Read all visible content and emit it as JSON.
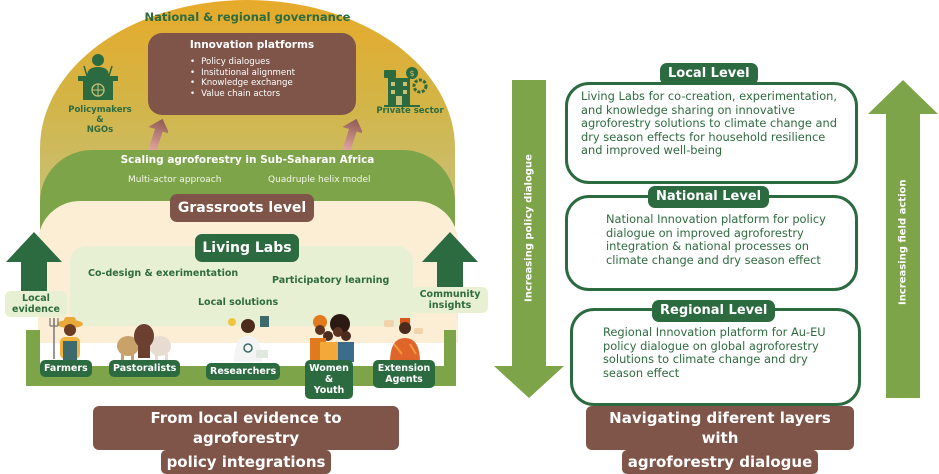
{
  "left_panel": {
    "governance_title": "National & regional governance",
    "innovation_platforms": {
      "title": "Innovation platforms",
      "items": [
        "Policy dialogues",
        "Insitutional alignment",
        "Knowledge exchange",
        "Value chain actors"
      ]
    },
    "actors_top": [
      {
        "label_lines": [
          "Policymakers",
          "&",
          "NGOs"
        ],
        "icon": "podium-speaker-icon"
      },
      {
        "label": "Private sector",
        "icon": "office-building-money-icon"
      }
    ],
    "scaling": {
      "title": "Scaling agroforestry in Sub-Saharan Africa",
      "approaches": [
        "Multi-actor approach",
        "Quadruple helix model"
      ]
    },
    "grassroots_title": "Grassroots level",
    "living_labs": {
      "title": "Living Labs",
      "items": [
        "Co-design & exerimentation",
        "Participatory learning",
        "Local solutions"
      ]
    },
    "side_arrows": {
      "left_lines": [
        "Local",
        "evidence"
      ],
      "right_lines": [
        "Community",
        "insights"
      ]
    },
    "stakeholders": [
      {
        "label_lines": [
          "Farmers"
        ],
        "icon": "farmer-icon"
      },
      {
        "label_lines": [
          "Pastoralists"
        ],
        "icon": "livestock-icon"
      },
      {
        "label_lines": [
          "Researchers"
        ],
        "icon": "researcher-icon"
      },
      {
        "label_lines": [
          "Women",
          "&",
          "Youth"
        ],
        "icon": "women-youth-icon"
      },
      {
        "label_lines": [
          "Extension",
          "Agents"
        ],
        "icon": "extension-agent-icon"
      }
    ],
    "caption_lines": [
      "From local evidence to agroforestry",
      "policy integrations"
    ]
  },
  "right_panel": {
    "down_arrow_label": "Increasing policy dialogue",
    "up_arrow_label": "Increasing field action",
    "levels": [
      {
        "title": "Local Level",
        "text": "Living Labs for co-creation, experimentation, and knowledge sharing on innovative agroforestry solutions to climate change and dry season effects for household resilience and improved well-being"
      },
      {
        "title": "National Level",
        "text": "National Innovation platform for policy dialogue on improved agroforestry integration & national processes on climate change and dry season effect"
      },
      {
        "title": "Regional Level",
        "text": "Regional Innovation platform for Au-EU policy dialogue on global agroforestry solutions to climate change and dry season effect"
      }
    ],
    "caption_lines": [
      "Navigating diferent layers with",
      "agroforestry dialogue"
    ]
  },
  "colors": {
    "dark_green": "#2c6b40",
    "mid_green": "#7ea44a",
    "brown": "#7f5549",
    "cream": "#fbeed5",
    "pale_green": "#e8f0d4",
    "gold": "#e7aa2a"
  }
}
